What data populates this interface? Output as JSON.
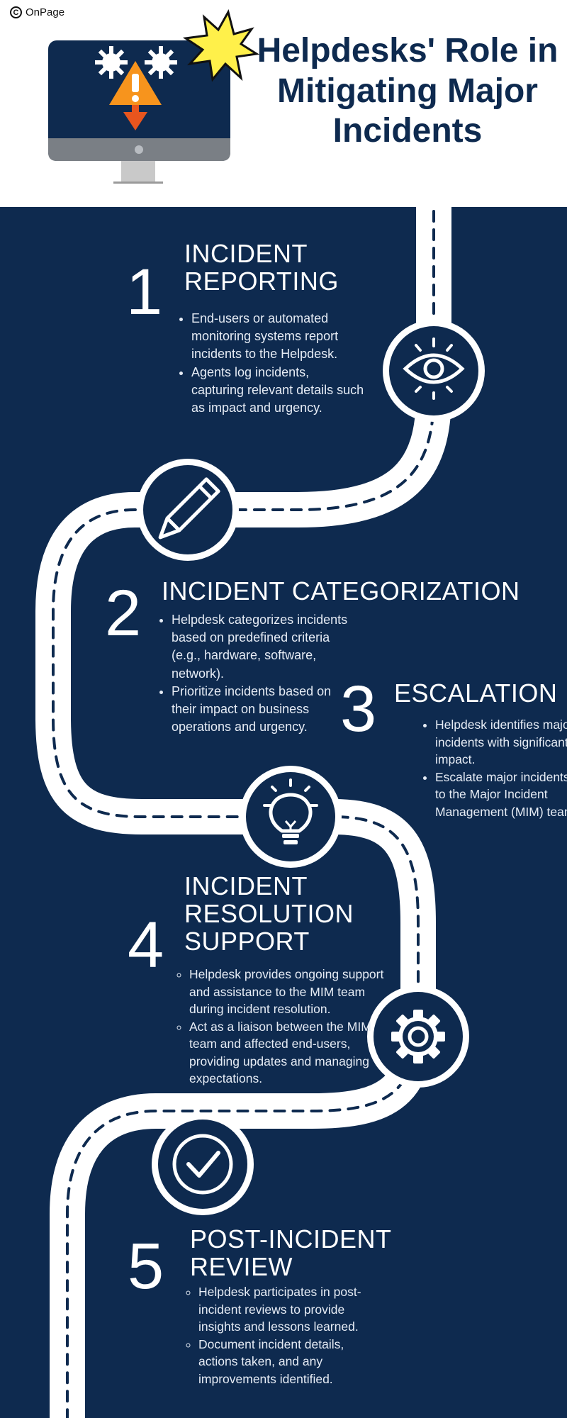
{
  "brand": "OnPage",
  "title": [
    "Helpdesks' Role in",
    "Mitigating Major",
    "Incidents"
  ],
  "colors": {
    "navy": "#0e2a4f",
    "white": "#ffffff",
    "orange": "#f7941d",
    "orange_dark": "#e8551e",
    "yellow": "#fff04a",
    "gray": "#7a7f85",
    "light_gray": "#c9c9c9"
  },
  "icons": {
    "header": "monitor-warning-icon",
    "burst": "starburst-icon",
    "step1": "eye-icon",
    "step2": "pencil-icon",
    "step3": "lightbulb-icon",
    "step4": "gear-icon",
    "step5": "checkmark-icon"
  },
  "steps": [
    {
      "number": "1",
      "title": [
        "INCIDENT",
        "REPORTING"
      ],
      "bullets": [
        "End-users or automated monitoring systems report incidents to the Helpdesk.",
        "Agents log incidents, capturing relevant details such as impact and urgency."
      ]
    },
    {
      "number": "2",
      "title": [
        "INCIDENT CATEGORIZATION"
      ],
      "bullets": [
        "Helpdesk categorizes incidents based on predefined criteria (e.g., hardware, software, network).",
        "Prioritize incidents based on their impact on business operations and urgency."
      ]
    },
    {
      "number": "3",
      "title": [
        "ESCALATION"
      ],
      "bullets": [
        "Helpdesk identifies major incidents with significant impact.",
        "Escalate major incidents to the Major Incident Management (MIM) team."
      ]
    },
    {
      "number": "4",
      "title": [
        "INCIDENT",
        "RESOLUTION",
        "SUPPORT"
      ],
      "bullets": [
        "Helpdesk provides ongoing support and assistance to the MIM team during incident resolution.",
        "Act as a liaison between the MIM team and affected end-users, providing updates and managing expectations."
      ]
    },
    {
      "number": "5",
      "title": [
        "POST-INCIDENT",
        "REVIEW"
      ],
      "bullets": [
        "Helpdesk participates in post-incident reviews to provide insights and lessons learned.",
        "Document incident details, actions taken, and any improvements identified."
      ]
    }
  ]
}
